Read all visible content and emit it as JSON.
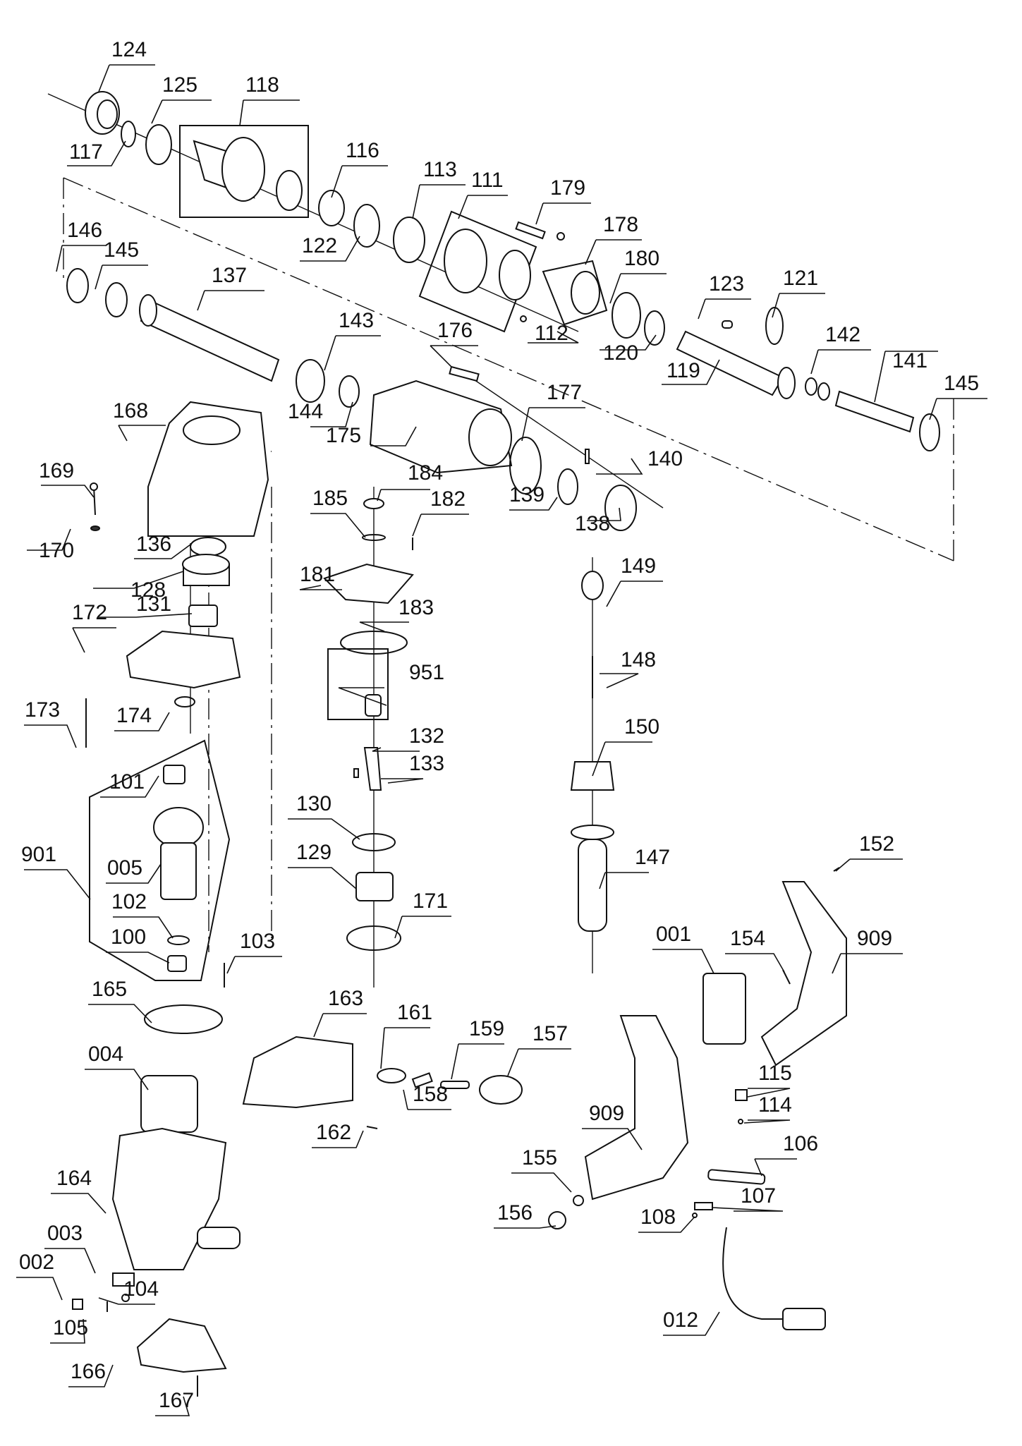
{
  "title": "Exploded parts diagram - rotary hammer",
  "labels": {
    "p124": "124",
    "p125": "125",
    "p118": "118",
    "p117": "117",
    "p116": "116",
    "p113": "113",
    "p111": "111",
    "p179": "179",
    "p178": "178",
    "p122": "122",
    "p180": "180",
    "p146": "146",
    "p145a": "145",
    "p137": "137",
    "p123": "123",
    "p121": "121",
    "p143": "143",
    "p176": "176",
    "p112": "112",
    "p120": "120",
    "p142": "142",
    "p141": "141",
    "p119": "119",
    "p145b": "145",
    "p144": "144",
    "p177": "177",
    "p168": "168",
    "p175": "175",
    "p140": "140",
    "p169": "169",
    "p184": "184",
    "p139": "139",
    "p185": "185",
    "p182": "182",
    "p138": "138",
    "p170": "170",
    "p136": "136",
    "p149": "149",
    "p128": "128",
    "p181": "181",
    "p183": "183",
    "p131": "131",
    "p172": "172",
    "p148": "148",
    "p951": "951",
    "p173": "173",
    "p174": "174",
    "p150": "150",
    "p132": "132",
    "p133": "133",
    "p101": "101",
    "p130": "130",
    "p152": "152",
    "p901": "901",
    "p129": "129",
    "p147": "147",
    "p005": "005",
    "p102": "102",
    "p171": "171",
    "p001": "001",
    "p154": "154",
    "p909a": "909",
    "p100": "100",
    "p103": "103",
    "p165": "165",
    "p163": "163",
    "p161": "161",
    "p159": "159",
    "p157": "157",
    "p004": "004",
    "p158": "158",
    "p115": "115",
    "p114": "114",
    "p162": "162",
    "p909b": "909",
    "p106": "106",
    "p155": "155",
    "p164": "164",
    "p107": "107",
    "p156": "156",
    "p108": "108",
    "p003": "003",
    "p002": "002",
    "p104": "104",
    "p012": "012",
    "p105": "105",
    "p166": "166",
    "p167": "167"
  }
}
